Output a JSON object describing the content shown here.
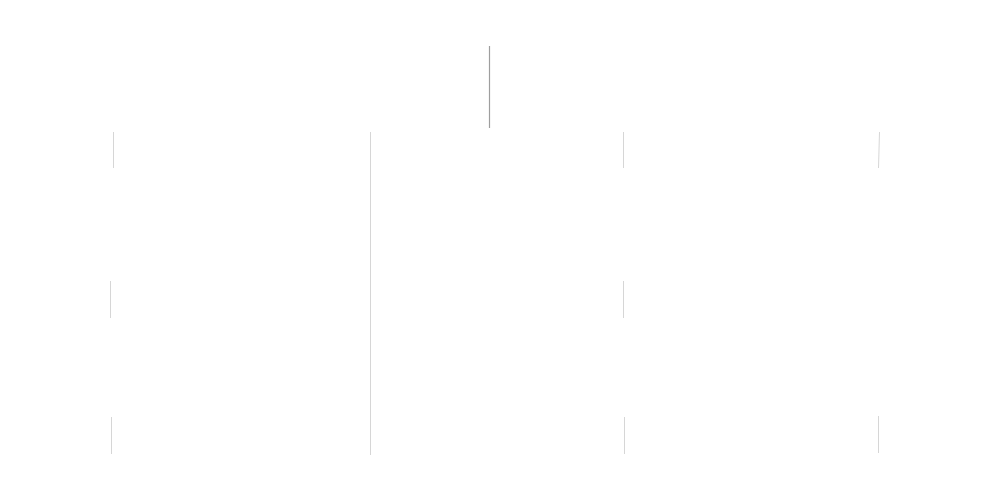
{
  "colors": {
    "background": "#ffffff",
    "root_connector": "#9e9e9e",
    "connector": "#d6d6d6"
  },
  "structure": {
    "root": {
      "children": [
        "branch-1",
        "branch-2",
        "branch-3",
        "branch-4"
      ]
    },
    "branches": [
      {
        "id": "branch-1",
        "levels": 3
      },
      {
        "id": "branch-2",
        "levels": 3
      },
      {
        "id": "branch-3",
        "levels": 3
      },
      {
        "id": "branch-4",
        "levels": 2
      }
    ]
  }
}
